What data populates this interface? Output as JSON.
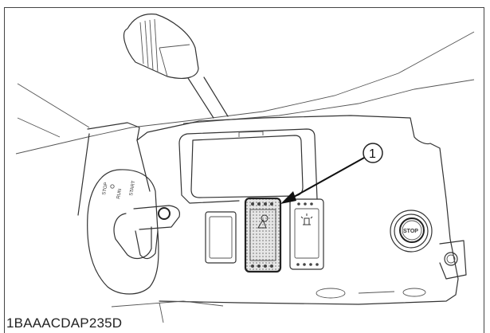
{
  "figure": {
    "caption_code": "1BAAACDAP235D",
    "callouts": [
      {
        "number": "1",
        "label": "①",
        "target": "work light switch"
      }
    ],
    "key_switch": {
      "positions": [
        "STOP",
        "RUN",
        "START"
      ]
    },
    "stop_button": {
      "label": "STOP"
    },
    "rocker_switches": [
      {
        "name": "blank switch cover",
        "icon": "none"
      },
      {
        "name": "work light switch",
        "icon": "work-light-icon",
        "highlighted": true
      },
      {
        "name": "beacon switch",
        "icon": "beacon-icon"
      }
    ],
    "colors": {
      "line": "#333333",
      "background": "#ffffff",
      "highlight_fill": "#d8d8d8"
    }
  }
}
